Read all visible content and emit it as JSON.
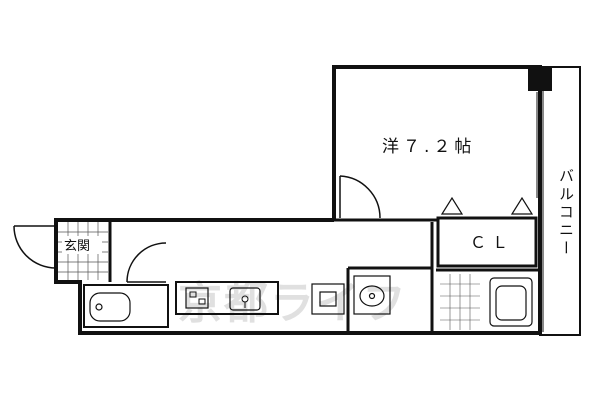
{
  "rooms": {
    "western_room": "洋７.２帖",
    "closet": "ＣＬ",
    "entrance": "玄関",
    "balcony": "バルコニー"
  },
  "watermark": "京都ライフ",
  "colors": {
    "wall": "#111111",
    "fixture_line": "#333333",
    "floor": "#ffffff",
    "tile_grid": "#555555",
    "watermark": "#c8c8c8"
  }
}
